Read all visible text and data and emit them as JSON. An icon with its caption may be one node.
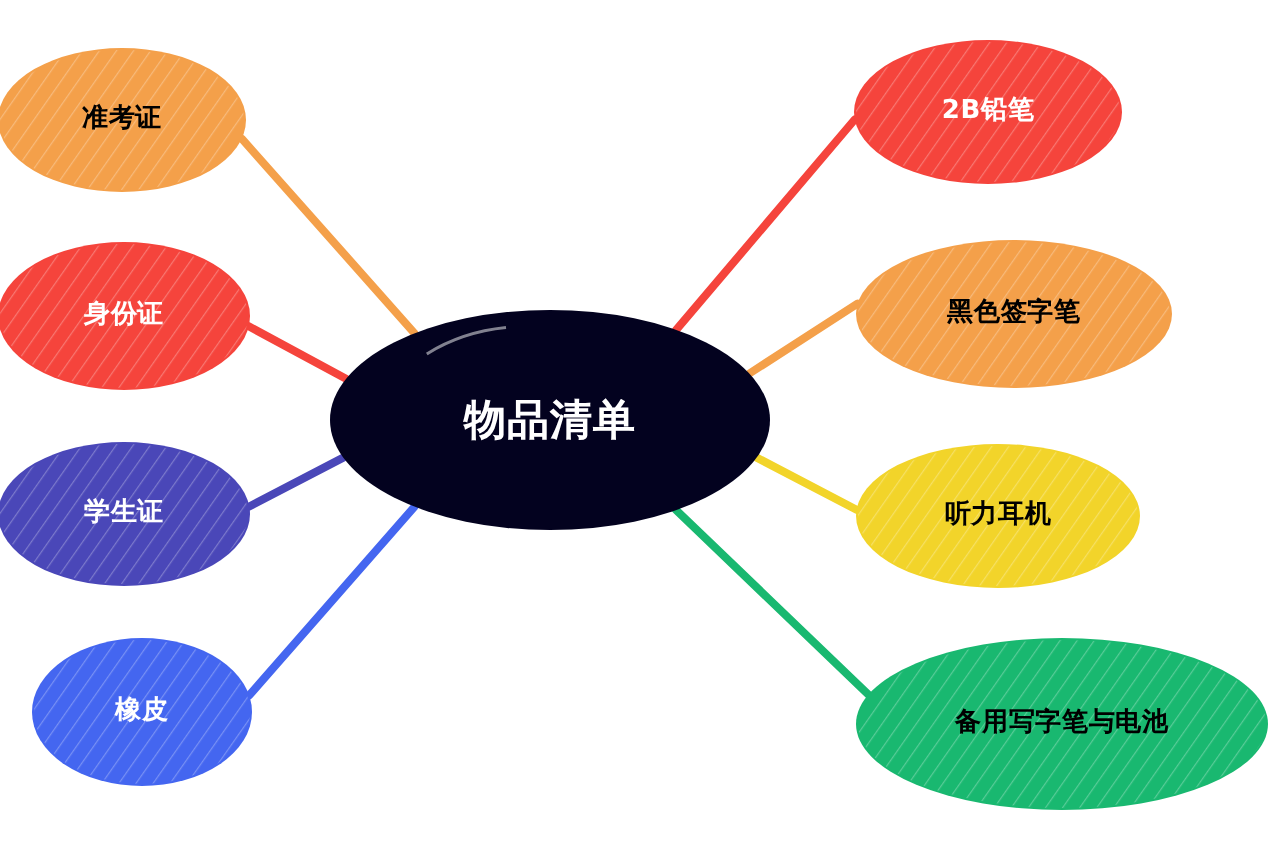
{
  "diagram": {
    "nodes": [
      {
        "text": [
          "物品清单"
        ]
      },
      {
        "text": [
          "准考证"
        ]
      },
      {
        "text": [
          "身份证"
        ]
      },
      {
        "text": [
          "学生证"
        ]
      },
      {
        "text": [
          "橡皮"
        ]
      },
      {
        "text": [
          "2B铅笔"
        ]
      },
      {
        "text": [
          "黑色签字笔"
        ]
      },
      {
        "text": [
          "听力耳机"
        ]
      },
      {
        "text": [
          "备用写字笔与电池"
        ]
      }
    ],
    "edges": [
      {
        "from": 0,
        "to": 1,
        "arrow": "none",
        "color": "#f4a04a"
      },
      {
        "from": 0,
        "to": 2,
        "arrow": "none",
        "color": "#f5443c"
      },
      {
        "from": 0,
        "to": 3,
        "arrow": "none",
        "color": "#4a47b8"
      },
      {
        "from": 0,
        "to": 4,
        "arrow": "none",
        "color": "#4466f0"
      },
      {
        "from": 0,
        "to": 5,
        "arrow": "none",
        "color": "#f5443c"
      },
      {
        "from": 0,
        "to": 6,
        "arrow": "none",
        "color": "#f4a04a"
      },
      {
        "from": 0,
        "to": 7,
        "arrow": "none",
        "color": "#f2d42a"
      },
      {
        "from": 0,
        "to": 8,
        "arrow": "none",
        "color": "#19b870"
      }
    ]
  }
}
